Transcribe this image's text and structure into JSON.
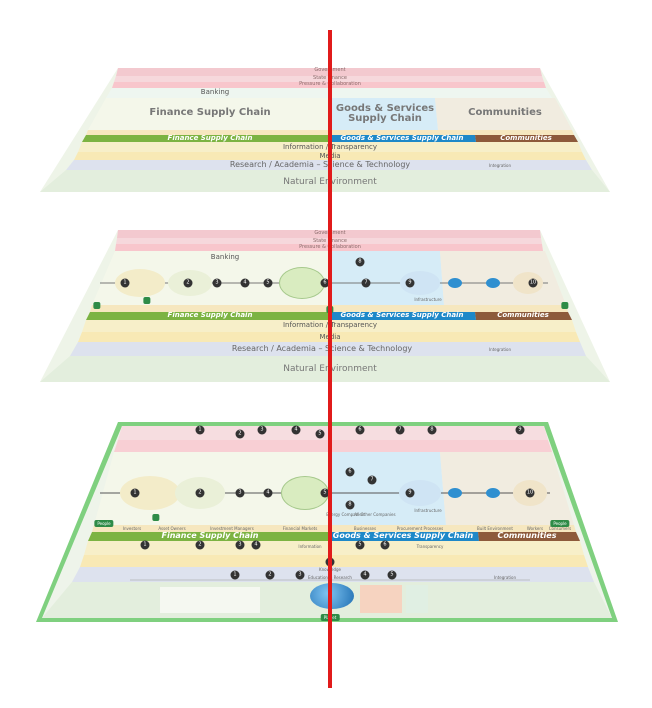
{
  "layers": [
    {
      "labels": {
        "government": "Government",
        "state_finance": "State Finance",
        "pressure": "Pressure & Collaboration",
        "banking": "Banking",
        "finance_chain_big": "Finance Supply Chain",
        "goods_chain_big": "Goods & Services Supply Chain",
        "communities_big": "Communities",
        "finance_band": "Finance Supply Chain",
        "goods_band": "Goods & Services Supply Chain",
        "communities_band": "Communities",
        "information": "Information / Transparency",
        "media": "Media",
        "research": "Research / Academia – Science & Technology",
        "natural": "Natural Environment",
        "integration": "Integration"
      }
    },
    {
      "labels": {
        "government": "Government",
        "state_finance": "State Finance",
        "pressure": "Pressure & Collaboration",
        "banking": "Banking",
        "infrastructure": "Infrastructure",
        "finance_band": "Finance Supply Chain",
        "goods_band": "Goods & Services Supply Chain",
        "communities_band": "Communities",
        "information": "Information / Transparency",
        "media": "Media",
        "research": "Research / Academia – Science & Technology",
        "natural": "Natural Environment",
        "integration": "Integration"
      }
    },
    {
      "labels": {
        "finance_band": "Finance Supply Chain",
        "goods_band": "Goods & Services Supply Chain",
        "communities_band": "Communities",
        "information": "Information",
        "transparency": "Transparency",
        "knowledge": "Knowledge",
        "education": "Education & Research",
        "planet": "Planet",
        "people_left": "People",
        "people_right": "People",
        "energy_companies": "Energy Companies",
        "all_other": "All Other Companies",
        "infrastructure": "Infrastructure",
        "integration": "Integration",
        "investors": "Investors",
        "asset_owners": "Asset Owners",
        "investment_managers": "Investment Managers",
        "financial_markets": "Financial Markets",
        "businesses": "Businesses",
        "procurement": "Procurement Processes",
        "built_environment": "Built Environment",
        "workers": "Workers",
        "consumers": "Consumers"
      }
    }
  ],
  "colors": {
    "axis_line": "#e11b1b",
    "finance_band": "#7cb342",
    "goods_band": "#1e88c8",
    "communities_band": "#8d5a3b",
    "frame": "#7fd07f"
  }
}
